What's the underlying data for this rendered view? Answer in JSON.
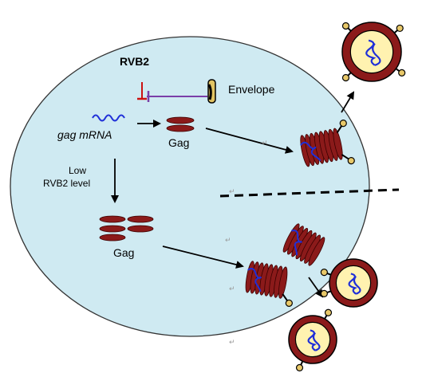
{
  "labels": {
    "rvb2": "RVB2",
    "envelope": "Envelope",
    "gag_mrna": "gag mRNA",
    "gag_top": "Gag",
    "low_line1": "Low",
    "low_line2": "RVB2 level",
    "gag_bottom": "Gag"
  },
  "marks": {
    "return_mark": "↵"
  },
  "colors": {
    "cell_fill": "#cfeaf2",
    "cell_stroke": "#333333",
    "gag": "#8b1a1a",
    "rna": "#1f2fd8",
    "inhibit_red": "#cc1111",
    "inhibit_purple": "#7a3fa8",
    "virion_outer": "#8b1a1a",
    "virion_inner": "#fff2b0",
    "knob": "#e8c869"
  }
}
